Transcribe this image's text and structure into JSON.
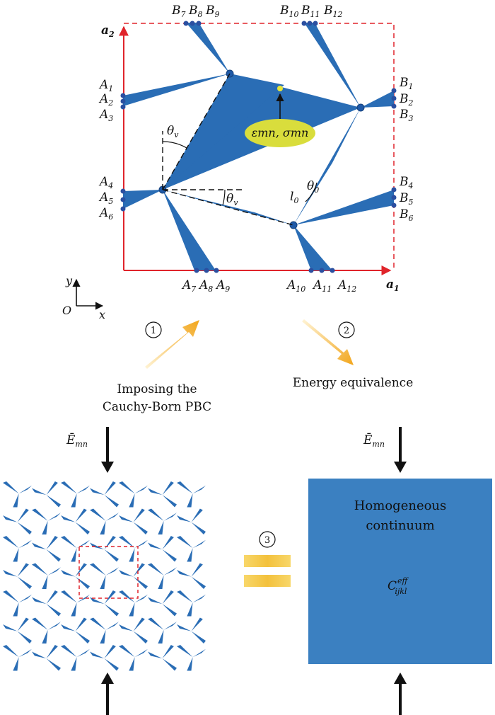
{
  "unit_cell": {
    "a1": "a",
    "a1_sub": "1",
    "a2": "a",
    "a2_sub": "2",
    "theta_top": "θ",
    "theta_top_sub": "v",
    "theta_mid": "θ",
    "theta_mid_sub": "v",
    "theta_right": "θ",
    "theta_right_sub": "0",
    "l0": "l",
    "l0_sub": "0",
    "strain_stress": "εmn, σmn",
    "labels_left": [
      {
        "main": "A",
        "sub": "1"
      },
      {
        "main": "A",
        "sub": "2"
      },
      {
        "main": "A",
        "sub": "3"
      },
      {
        "main": "A",
        "sub": "4"
      },
      {
        "main": "A",
        "sub": "5"
      },
      {
        "main": "A",
        "sub": "6"
      }
    ],
    "labels_right": [
      {
        "main": "B",
        "sub": "1"
      },
      {
        "main": "B",
        "sub": "2"
      },
      {
        "main": "B",
        "sub": "3"
      },
      {
        "main": "B",
        "sub": "4"
      },
      {
        "main": "B",
        "sub": "5"
      },
      {
        "main": "B",
        "sub": "6"
      }
    ],
    "labels_top": [
      {
        "main": "B",
        "sub": "7"
      },
      {
        "main": "B",
        "sub": "8"
      },
      {
        "main": "B",
        "sub": "9"
      },
      {
        "main": "B",
        "sub": "10"
      },
      {
        "main": "B",
        "sub": "11"
      },
      {
        "main": "B",
        "sub": "12"
      }
    ],
    "labels_bottom": [
      {
        "main": "A",
        "sub": "7"
      },
      {
        "main": "A",
        "sub": "8"
      },
      {
        "main": "A",
        "sub": "9"
      },
      {
        "main": "A",
        "sub": "10"
      },
      {
        "main": "A",
        "sub": "11"
      },
      {
        "main": "A",
        "sub": "12"
      }
    ]
  },
  "axes": {
    "y": "y",
    "x": "x",
    "origin": "O"
  },
  "steps": {
    "step1_num": "1",
    "step2_num": "2",
    "step3_num": "3",
    "step1_line1": "Imposing the",
    "step1_line2": "Cauchy-Born PBC",
    "step2_text": "Energy equivalence"
  },
  "loads": {
    "left": "Ē",
    "left_sub": "mn",
    "right": "Ē",
    "right_sub": "mn"
  },
  "continuum": {
    "line1": "Homogeneous",
    "line2": "continuum",
    "tensor": "C",
    "tensor_sup": "eff",
    "tensor_sub": "ijkl"
  },
  "colors": {
    "blade": "#2a6db5",
    "box_red": "#e0242b",
    "continuum": "#3b80c1",
    "callout": "#d9dd3c",
    "arrow_yellow": "#f2b731"
  }
}
